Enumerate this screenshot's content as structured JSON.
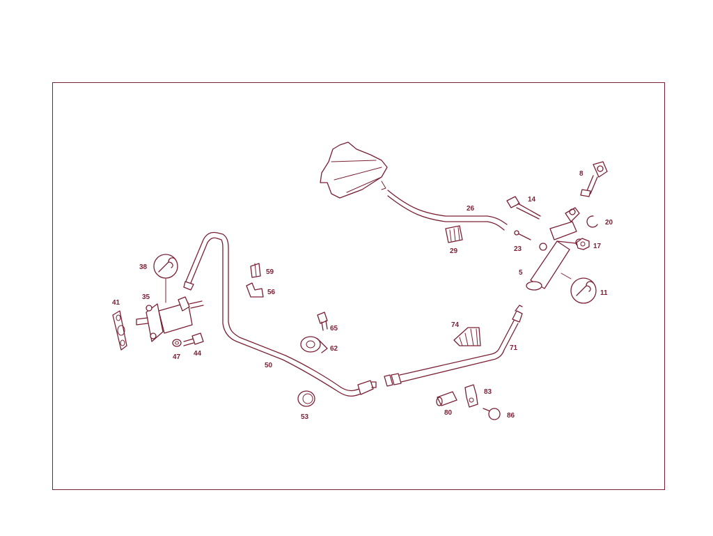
{
  "colors": {
    "line": "#7a1f33",
    "background": "#ffffff"
  },
  "labels": {
    "p5": "5",
    "p8": "8",
    "p11": "11",
    "p14": "14",
    "p17": "17",
    "p20": "20",
    "p23": "23",
    "p26": "26",
    "p29": "29",
    "p35": "35",
    "p38": "38",
    "p41": "41",
    "p44": "44",
    "p47": "47",
    "p50": "50",
    "p53": "53",
    "p56": "56",
    "p59": "59",
    "p62": "62",
    "p65": "65",
    "p71": "71",
    "p74": "74",
    "p80": "80",
    "p83": "83",
    "p86": "86"
  },
  "icons": {
    "tool": "wrench-icon"
  }
}
